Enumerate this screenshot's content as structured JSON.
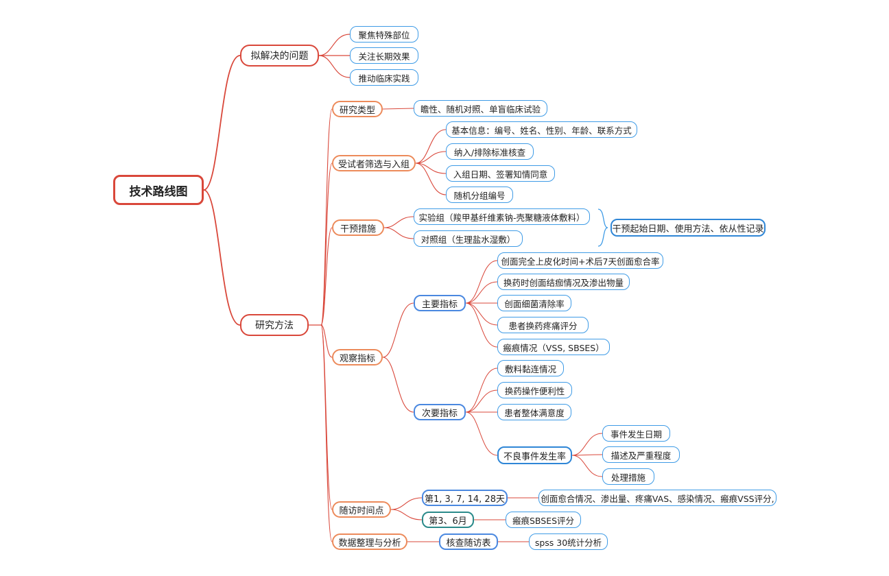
{
  "root": "技术路线图",
  "problems": {
    "label": "拟解决的问题",
    "items": [
      "聚焦特殊部位",
      "关注长期效果",
      "推动临床实践"
    ]
  },
  "methods": {
    "label": "研究方法",
    "study_type": {
      "label": "研究类型",
      "detail": "瞻性、随机对照、单盲临床试验"
    },
    "screening": {
      "label": "受试者筛选与入组",
      "items": [
        "基本信息：编号、姓名、性别、年龄、联系方式",
        "纳入/排除标准核查",
        "入组日期、签署知情同意",
        "随机分组编号"
      ]
    },
    "intervention": {
      "label": "干预措施",
      "items": [
        "实验组（羧甲基纤维素钠-壳聚糖液体敷料）",
        "对照组（生理盐水湿敷）"
      ],
      "record": "干预起始日期、使用方法、依从性记录"
    },
    "observation": {
      "label": "观察指标",
      "primary": {
        "label": "主要指标",
        "items": [
          "创面完全上皮化时间+术后7天创面愈合率",
          "换药时创面结痂情况及渗出物量",
          "创面细菌清除率",
          "患者换药疼痛评分",
          "瘢痕情况（VSS, SBSES）"
        ]
      },
      "secondary": {
        "label": "次要指标",
        "items": [
          "敷料黏连情况",
          "换药操作便利性",
          "患者整体满意度"
        ],
        "adverse": {
          "label": "不良事件发生率",
          "items": [
            "事件发生日期",
            "描述及严重程度",
            "处理措施"
          ]
        }
      }
    },
    "followup": {
      "label": "随访时间点",
      "early": {
        "label": "第1, 3, 7, 14, 28天",
        "detail": "创面愈合情况、渗出量、疼痛VAS、感染情况、瘢痕VSS评分,"
      },
      "late": {
        "label": "第3、6月",
        "detail": "瘢痕SBSES评分"
      }
    },
    "analysis": {
      "label": "数据整理与分析",
      "check": "核查随访表",
      "tool": "spss 30统计分析"
    }
  },
  "colors": {
    "red": "#d9473a",
    "orange": "#ec8a5a",
    "blue": "#4a88e0",
    "leaf": "#3e9be6",
    "teal": "#2a8a8a"
  }
}
